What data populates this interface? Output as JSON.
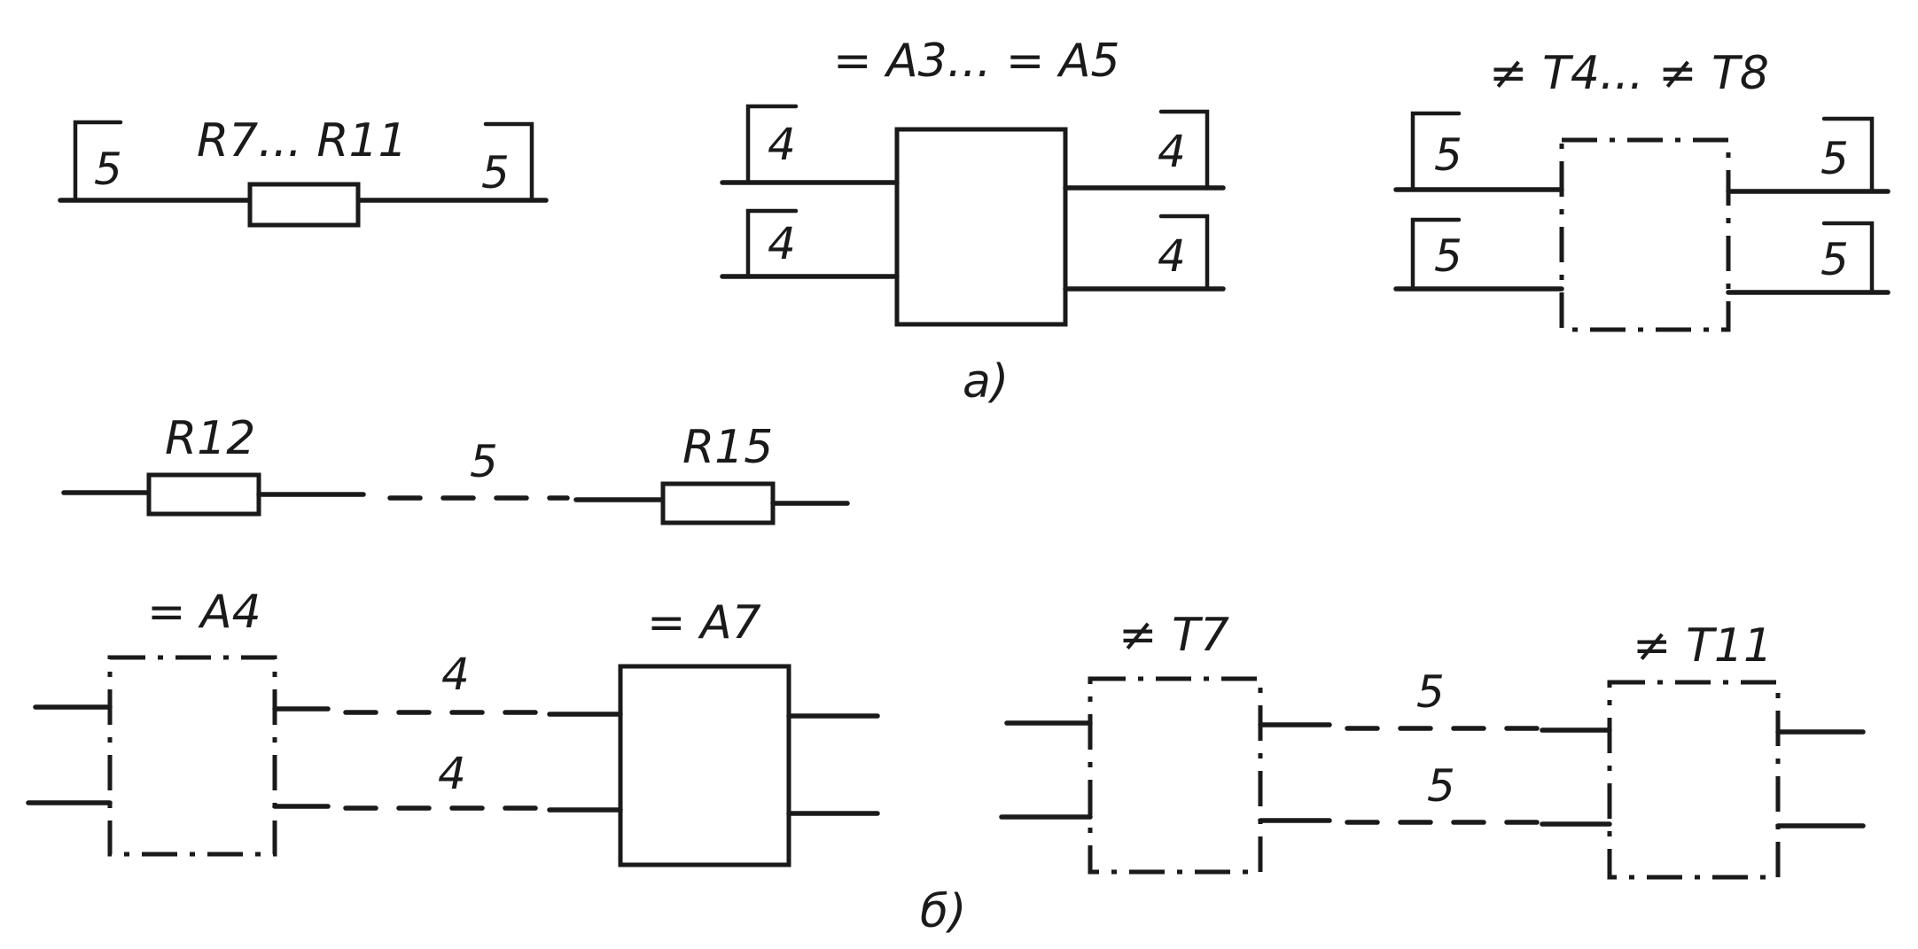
{
  "section_a": {
    "caption": "а)",
    "resistors": {
      "designation": "R7... R11",
      "left_tag": "5",
      "right_tag": "5"
    },
    "a_group": {
      "designation": "= A3... = A5",
      "tags": [
        "4",
        "4",
        "4",
        "4"
      ]
    },
    "t_group": {
      "designation": "≠ T4... ≠ T8",
      "tags": [
        "5",
        "5",
        "5",
        "5"
      ]
    }
  },
  "section_b": {
    "caption": "б)",
    "resistors": {
      "left": "R12",
      "right": "R15",
      "link": "5"
    },
    "a_pair": {
      "left": "= A4",
      "right": "= A7",
      "links": [
        "4",
        "4"
      ]
    },
    "t_pair": {
      "left": "≠ T7",
      "right": "≠ T11",
      "links": [
        "5",
        "5"
      ]
    }
  }
}
